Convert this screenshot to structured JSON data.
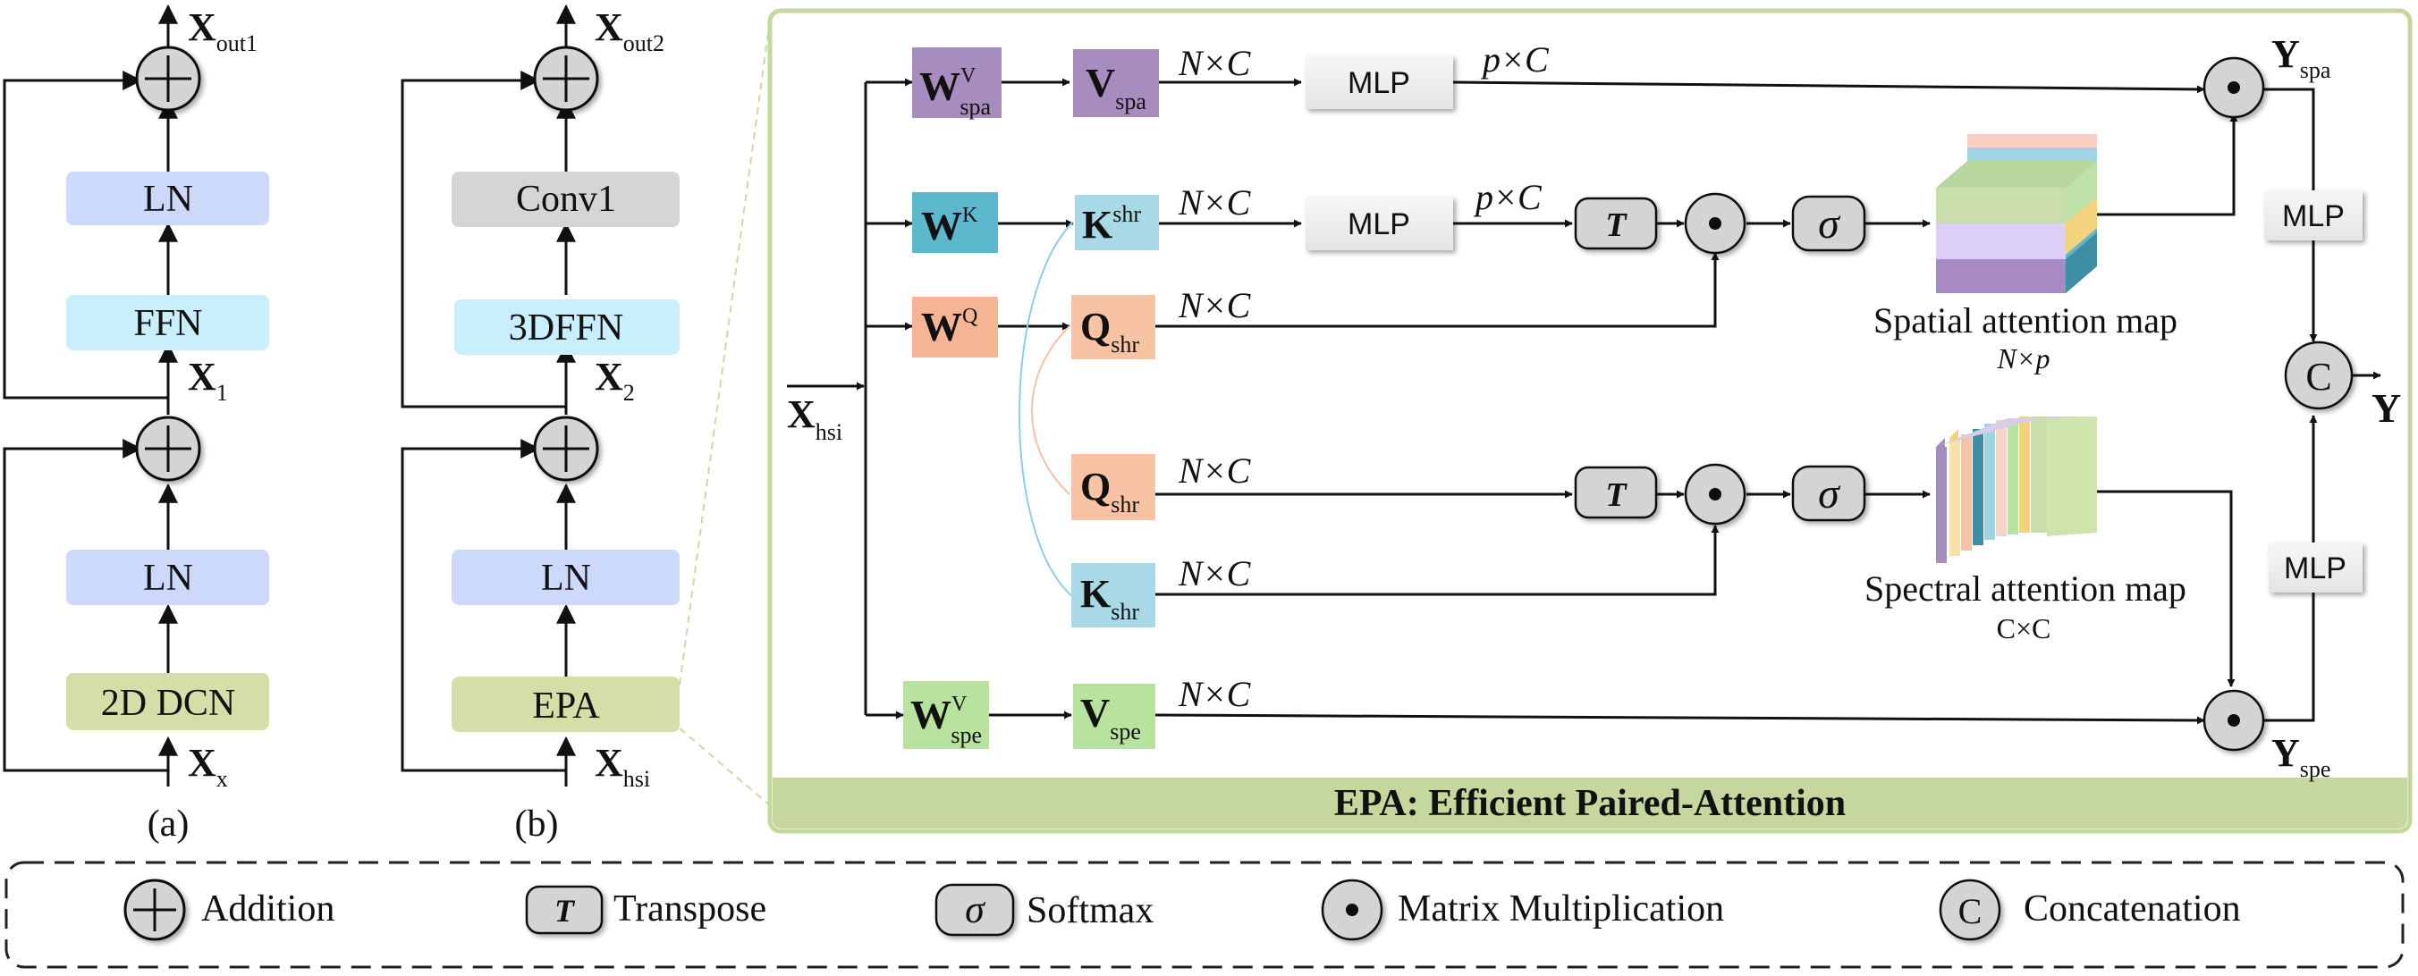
{
  "colors": {
    "ln": "#cdd9fb",
    "ffn": "#c9eefc",
    "dcn": "#d3dfa6",
    "conv": "#d5d5d5",
    "epa_panel": "#c6d79d",
    "w_spa": "#a68cbf",
    "w_k": "#5cb8cc",
    "w_q": "#f5b493",
    "k_shr": "#a8d9e6",
    "q_shr": "#f8c3a4",
    "w_spe": "#b7e39e",
    "op_gray": "#d4d4d4"
  },
  "block_a": {
    "output": {
      "base": "X",
      "sub": "out1"
    },
    "ln_top": "LN",
    "ffn": "FFN",
    "mid": {
      "base": "X",
      "sub": "1"
    },
    "ln_bottom": "LN",
    "dcn": "2D DCN",
    "input": {
      "base": "X",
      "sub": "x"
    },
    "caption": "(a)"
  },
  "block_b": {
    "output": {
      "base": "X",
      "sub": "out2"
    },
    "conv": "Conv1",
    "ffn": "3DFFN",
    "mid": {
      "base": "X",
      "sub": "2"
    },
    "ln": "LN",
    "epa": "EPA",
    "input": {
      "base": "X",
      "sub": "hsi"
    },
    "caption": "(b)"
  },
  "epa": {
    "title": "EPA: Efficient Paired-Attention",
    "input": {
      "base": "X",
      "sub": "hsi"
    },
    "w_spa": {
      "base": "W",
      "sup": "V",
      "sub": "spa"
    },
    "v_spa": {
      "base": "V",
      "sub": "spa"
    },
    "w_k": {
      "base": "W",
      "sup": "K"
    },
    "k_shr_top": {
      "base": "K",
      "sup": "shr"
    },
    "w_q": {
      "base": "W",
      "sup": "Q"
    },
    "q_shr_top": {
      "base": "Q",
      "sub": "shr"
    },
    "q_shr_bottom": {
      "base": "Q",
      "sub": "shr"
    },
    "k_shr_bottom": {
      "base": "K",
      "sub": "shr"
    },
    "w_spe": {
      "base": "W",
      "sup": "V",
      "sub": "spe"
    },
    "v_spe": {
      "base": "V",
      "sub": "spe"
    },
    "dim_nc": "N×C",
    "dim_pc": "p×C",
    "mlp": "MLP",
    "transpose": "T",
    "softmax": "σ",
    "concat": "C",
    "y_spa": {
      "base": "Y",
      "sub": "spa"
    },
    "y_spe": {
      "base": "Y",
      "sub": "spe"
    },
    "y_out": "Y",
    "spatial_label": "Spatial attention map",
    "spatial_dim": "N×p",
    "spectral_label": "Spectral attention map",
    "spectral_dim": "C×C"
  },
  "legend": {
    "addition": "Addition",
    "transpose_symbol": "T",
    "transpose": "Transpose",
    "softmax_symbol": "σ",
    "softmax": "Softmax",
    "matmul": "Matrix Multiplication",
    "concat_symbol": "C",
    "concat": "Concatenation"
  }
}
